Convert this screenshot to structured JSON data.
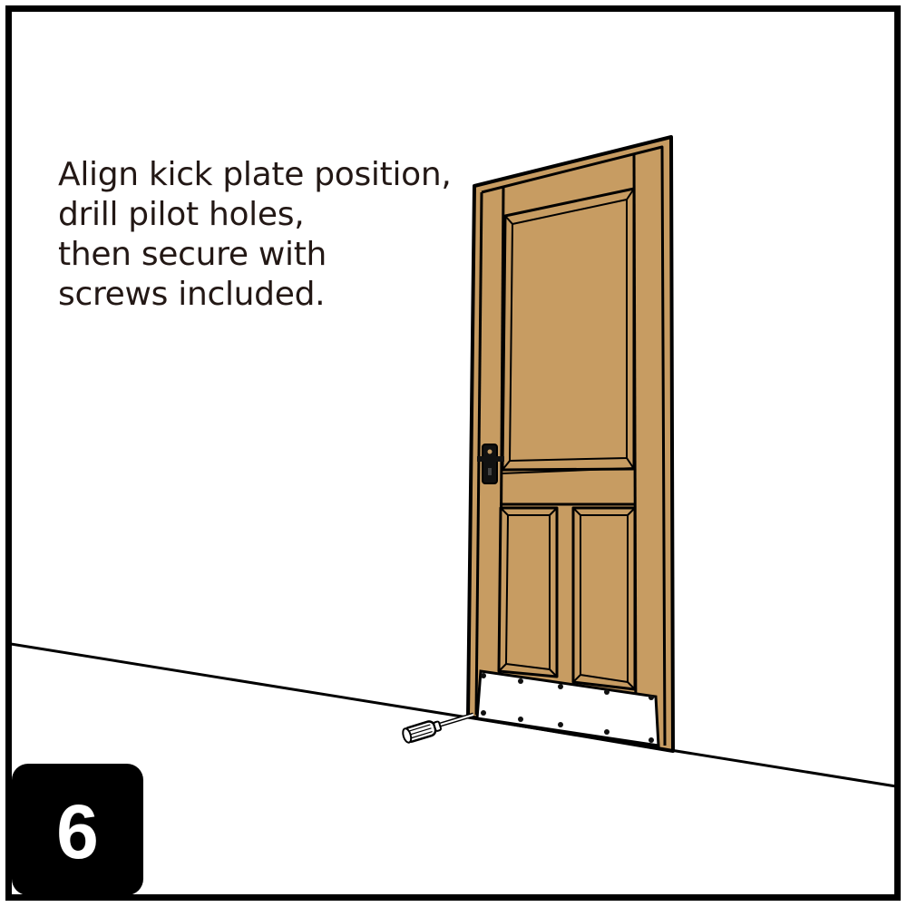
{
  "instruction": {
    "lines": [
      "Align kick plate position,",
      "drill pilot holes,",
      "then secure with",
      "screws included."
    ]
  },
  "step": {
    "number": "6"
  },
  "illustration": {
    "subject": "door-with-kick-plate",
    "icons": [
      "door-icon",
      "door-handle-icon",
      "kick-plate-icon",
      "screw-icon",
      "screwdriver-icon",
      "floor-line"
    ],
    "door_panels": [
      "upper-panel",
      "lower-left-panel",
      "lower-right-panel"
    ],
    "kick_plate_screws": 10
  },
  "colors": {
    "door": "#C79C62",
    "outline": "#000000",
    "text": "#231815",
    "badge_bg": "#000000",
    "badge_text": "#FFFFFF",
    "background": "#FFFFFF",
    "kick_plate": "#FFFFFF"
  }
}
